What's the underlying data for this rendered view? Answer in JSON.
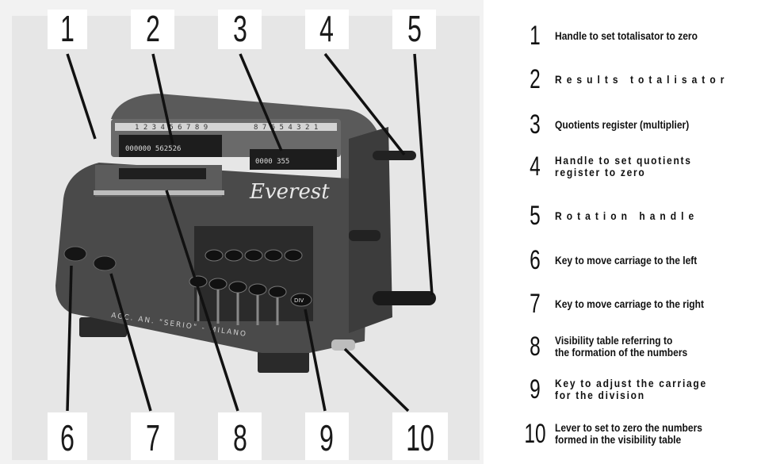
{
  "callouts": [
    "1",
    "2",
    "3",
    "4",
    "5",
    "6",
    "7",
    "8",
    "9",
    "10"
  ],
  "machine": {
    "brand": "Everest",
    "base_text": "ACC. AN. \"SERIO\" - MILANO",
    "result_display": "000000 562526",
    "quotient_display": "0000 355",
    "top_scale_left": "1 2 3 4 5 6 7 8 9",
    "top_scale_right": "8 7 6 5 4 3 2 1",
    "div_key": "DIV"
  },
  "legend": [
    {
      "num": "1",
      "lines": [
        "Handle to set totalisator to zero"
      ]
    },
    {
      "num": "2",
      "lines": [
        "Results totalisator"
      ]
    },
    {
      "num": "3",
      "lines": [
        "Quotients register (multiplier)"
      ]
    },
    {
      "num": "4",
      "lines": [
        "Handle to set quotients",
        "register to zero"
      ]
    },
    {
      "num": "5",
      "lines": [
        "Rotation handle"
      ]
    },
    {
      "num": "6",
      "lines": [
        "Key to move carriage to the left"
      ]
    },
    {
      "num": "7",
      "lines": [
        "Key to move carriage to the right"
      ]
    },
    {
      "num": "8",
      "lines": [
        "Visibility table referring to",
        "the formation of the numbers"
      ]
    },
    {
      "num": "9",
      "lines": [
        "Key to adjust the carriage",
        "for the division"
      ]
    },
    {
      "num": "10",
      "lines": [
        "Lever to set to zero the numbers",
        "formed in the visibility table"
      ]
    }
  ]
}
